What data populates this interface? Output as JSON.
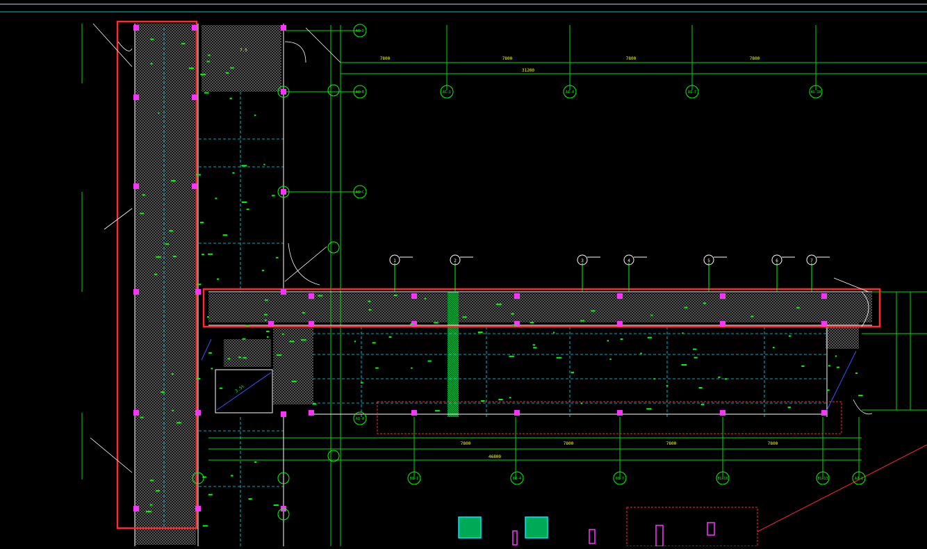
{
  "window": {
    "title": ""
  },
  "drawing": {
    "grid_bubbles": [
      {
        "id": "b1",
        "label": "A1-D"
      },
      {
        "id": "b2",
        "label": "A1-1"
      },
      {
        "id": "b3",
        "label": "A1-4"
      },
      {
        "id": "b4",
        "label": "A1-7"
      },
      {
        "id": "b5",
        "label": "A1-10"
      },
      {
        "id": "b6",
        "label": "A1-B"
      },
      {
        "id": "b7",
        "label": "A1-C"
      },
      {
        "id": "b8",
        "label": "A1-A"
      },
      {
        "id": "b9",
        "label": "B1-1"
      },
      {
        "id": "b10",
        "label": "B1-4"
      },
      {
        "id": "b11",
        "label": "B1-7"
      },
      {
        "id": "b12",
        "label": "B1-10"
      },
      {
        "id": "b13",
        "label": "B1-13"
      },
      {
        "id": "b14",
        "label": "A2-1"
      }
    ],
    "dim_top_labels": [
      "7800",
      "7800",
      "7800",
      "7800"
    ],
    "dim_top_total": "31200",
    "dim_bottom_labels": [
      "7800",
      "7800",
      "7800",
      "7800"
    ],
    "dim_bottom_total": "46800",
    "callout_labels": [
      "1",
      "2",
      "3",
      "4",
      "5",
      "6",
      "7"
    ],
    "room_tag": "7.5",
    "slope_label": "3.5%"
  },
  "colors": {
    "background": "#000000",
    "grid_line": "#00ff00",
    "wall": "#ffffff",
    "highlight": "#ff2a2a",
    "hatch": "#8a8a8a",
    "cyan": "#00e5ff",
    "magenta": "#ff33ff",
    "yellow": "#ffff00",
    "blue": "#3355ff"
  }
}
